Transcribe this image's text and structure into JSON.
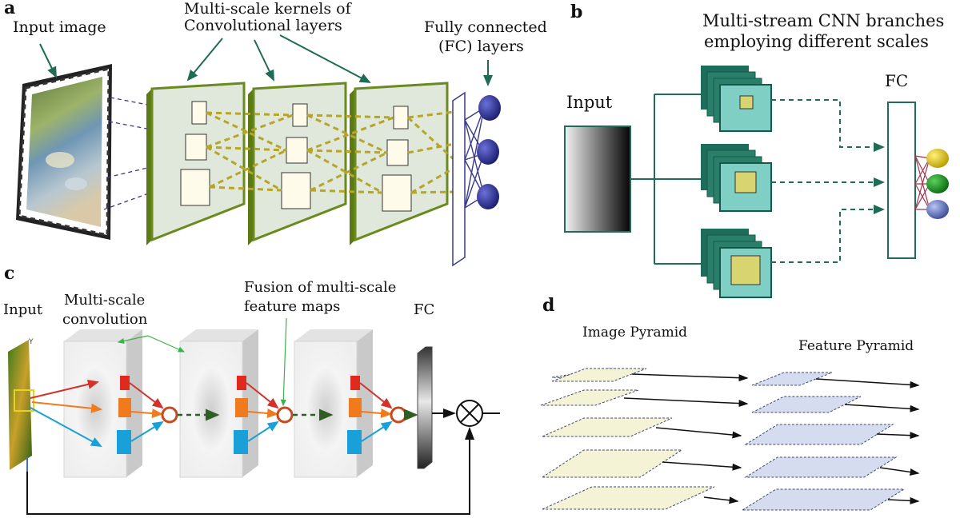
{
  "panel_a": {
    "letter": "a",
    "input_label": "Input image",
    "kernels_label_1": "Multi-scale kernels of",
    "kernels_label_2": "Convolutional layers",
    "fc_label_1": "Fully connected",
    "fc_label_2": "(FC) layers"
  },
  "panel_b": {
    "letter": "b",
    "title_1": "Multi-stream CNN branches",
    "title_2": "employing different scales",
    "input_label": "Input",
    "fc_label": "FC"
  },
  "panel_c": {
    "letter": "c",
    "input_label": "Input",
    "multiscale_1": "Multi-scale",
    "multiscale_2": "convolution",
    "fusion_1": "Fusion of multi-scale",
    "fusion_2": "feature maps",
    "fc_label": "FC"
  },
  "panel_d": {
    "letter": "d",
    "image_pyramid": "Image Pyramid",
    "feature_pyramid": "Feature Pyramid"
  },
  "colors": {
    "conv_border": "#6a8a1e",
    "conv_face": "#dfe8da",
    "dashed_gold": "#b6a52a",
    "fc_node_blue": "#2b2f8a",
    "branch_teal": "#1e6d5a",
    "branch_face": "#7fcfc4",
    "yellow_square": "#d8d470",
    "fc_red_links": "#a3324d",
    "image_pyramid_fill": "#f5f3d6",
    "feature_pyramid_fill": "#d6dcef"
  }
}
